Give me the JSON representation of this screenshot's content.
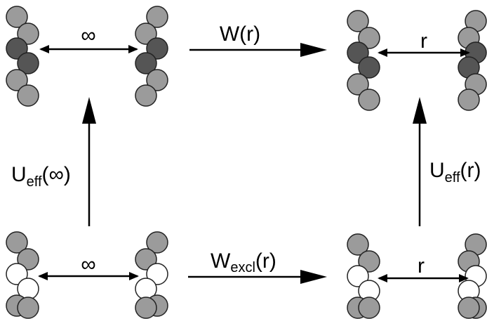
{
  "labels": {
    "top_left_distance": "∞",
    "top_right_distance": "r",
    "top_process": "W(r)",
    "bottom_left_distance": "∞",
    "bottom_right_distance": "r",
    "bottom_process_main": "W",
    "bottom_process_sub": "excl",
    "bottom_process_arg": "(r)",
    "left_process_main": "U",
    "left_process_sub": "eff",
    "left_process_arg": "(∞)",
    "right_process_main": "U",
    "right_process_sub": "eff",
    "right_process_arg": "(r)"
  },
  "colors": {
    "bead_gray": "#9b9b9b",
    "bead_dark": "#555555",
    "bead_empty": "#ffffff",
    "outline": "#222222",
    "arrow": "#000000"
  }
}
